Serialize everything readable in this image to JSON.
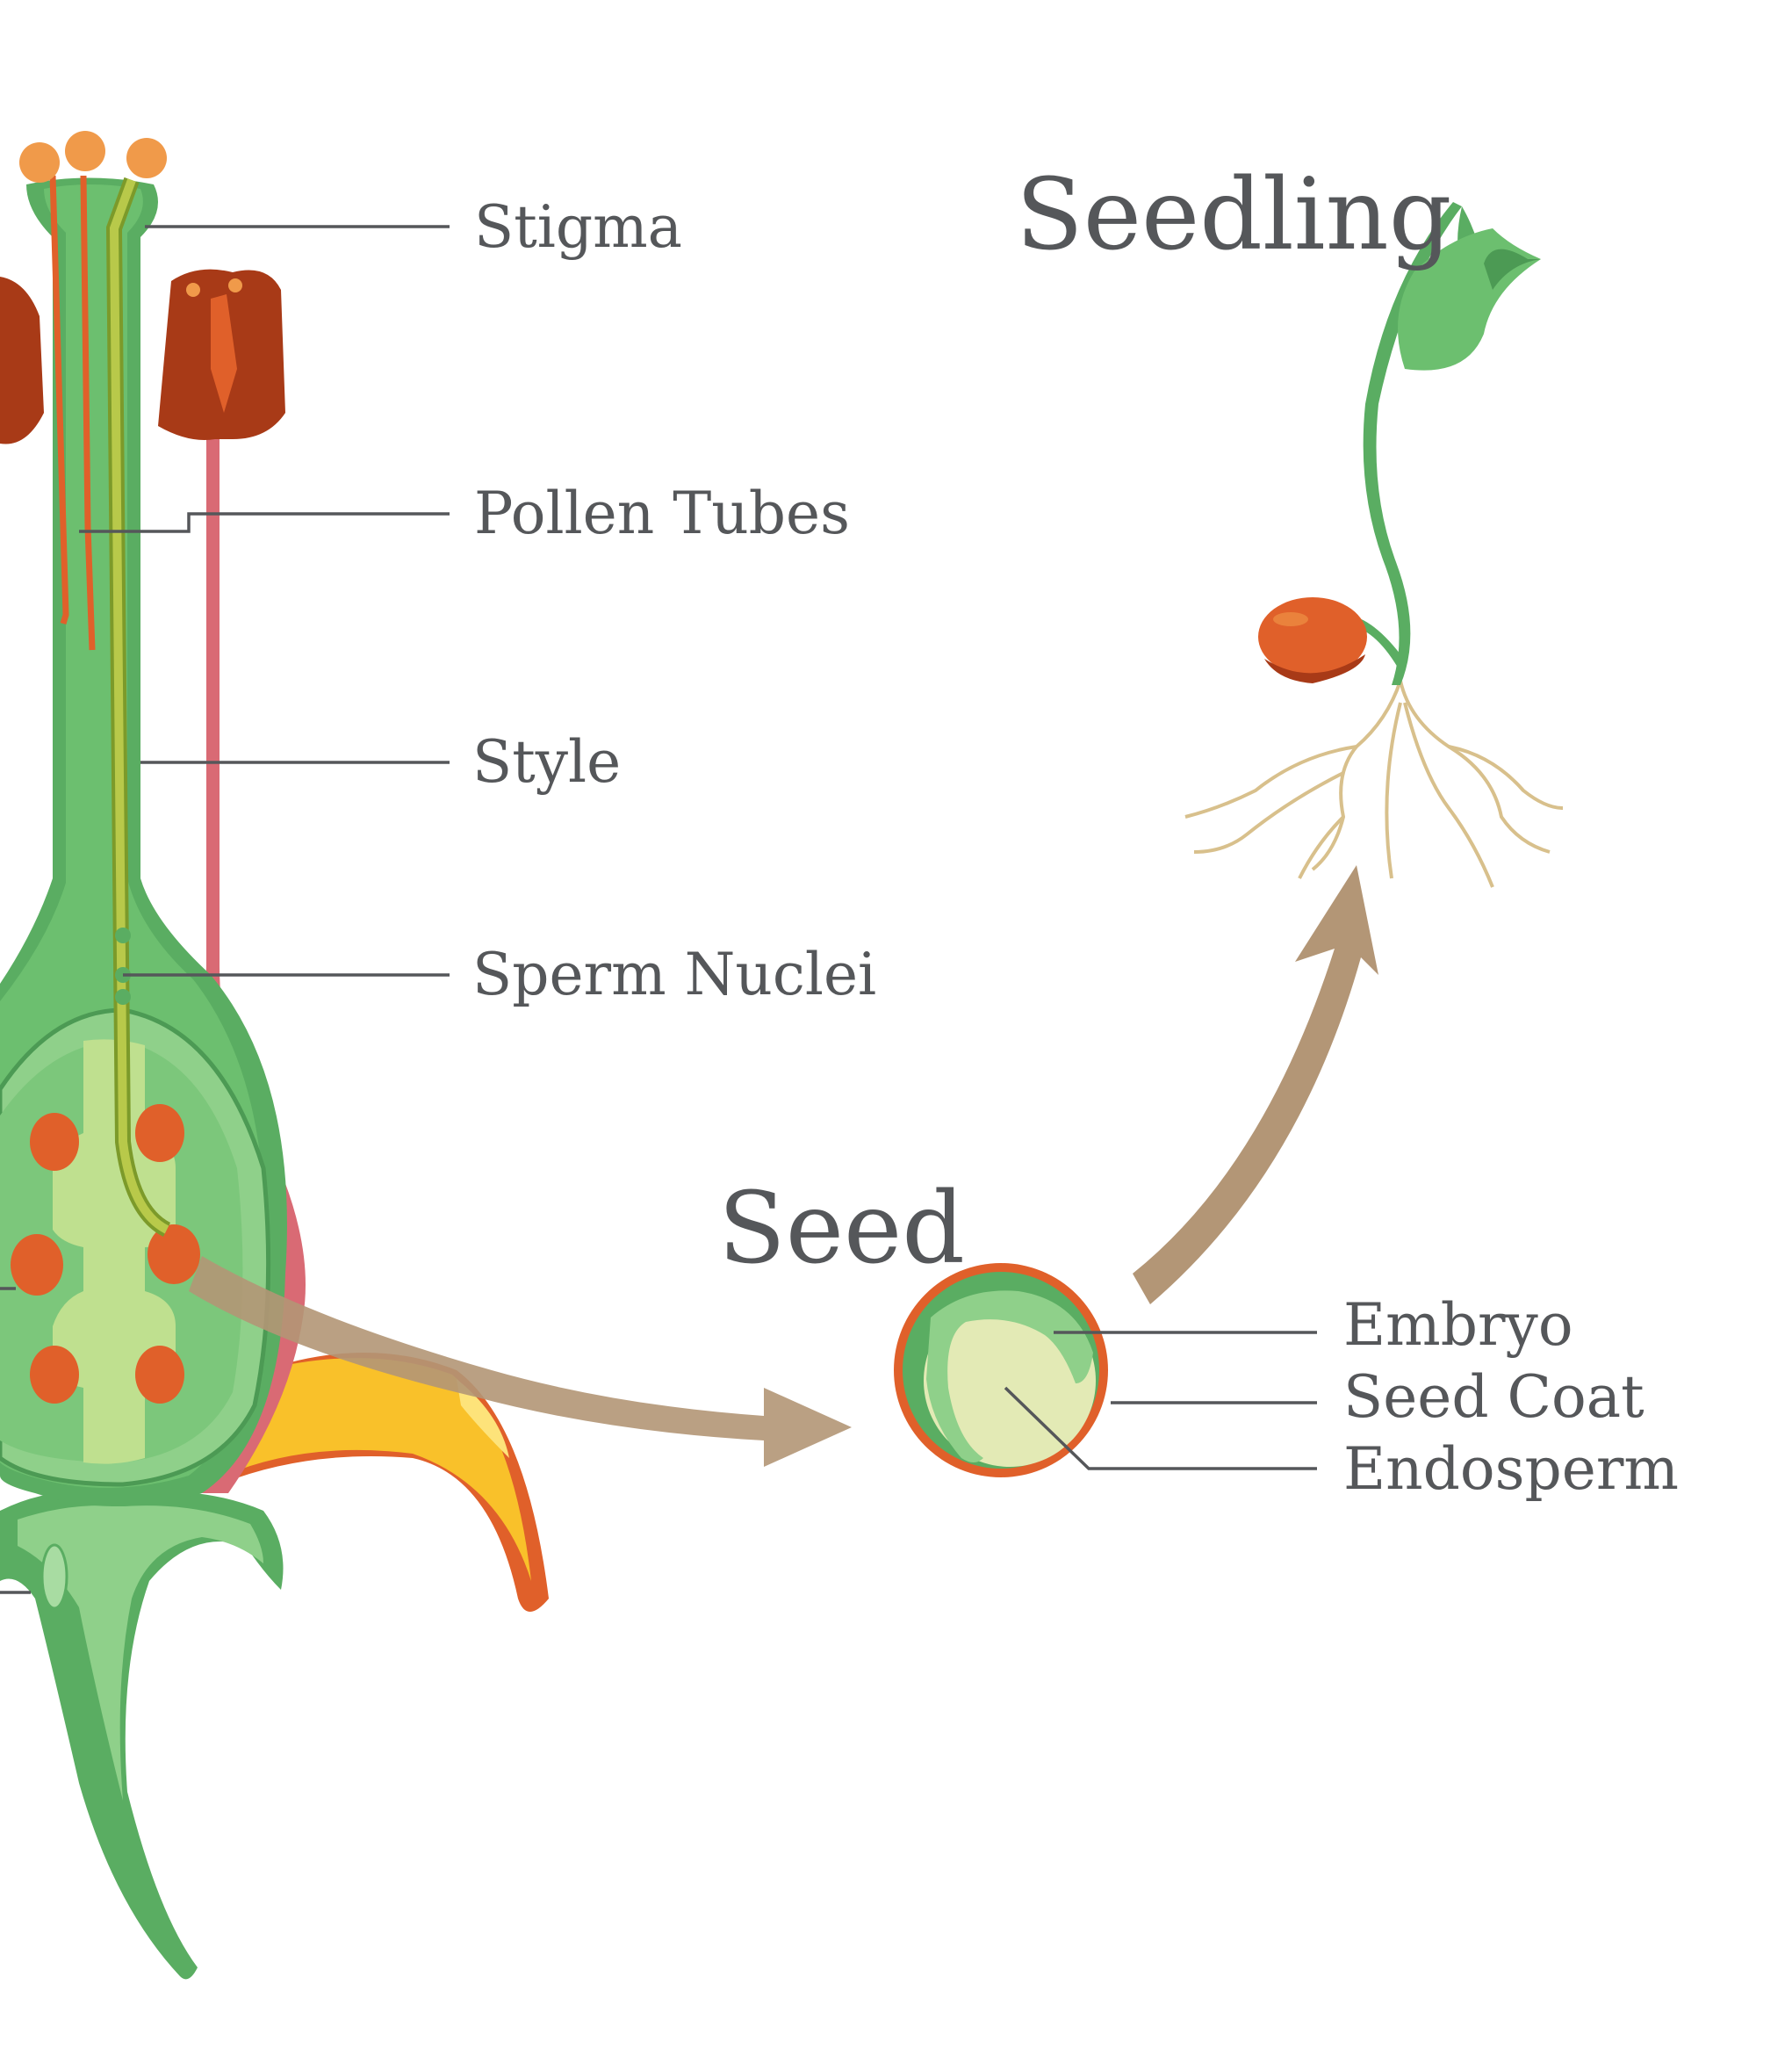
{
  "labels": {
    "stigma": "Stigma",
    "pollen_tubes": "Pollen Tubes",
    "style": "Style",
    "sperm_nuclei": "Sperm Nuclei",
    "embryo": "Embryo",
    "seed_coat": "Seed Coat",
    "endosperm": "Endosperm"
  },
  "headings": {
    "seed": "Seed",
    "seedling": "Seedling"
  },
  "colors": {
    "pistil_green": "#5aad62",
    "light_green": "#8fd08a",
    "ovule_orange": "#e0602a",
    "anther_brown": "#a83a17",
    "pollen_orange": "#f09a4a",
    "petal_yellow": "#f9c12a",
    "arrow_tan": "#b39676",
    "pollen_tube_pink": "#d96a74",
    "endosperm_cream": "#e3eab5",
    "root_tan": "#d8c08c",
    "text_gray": "#55575a"
  }
}
